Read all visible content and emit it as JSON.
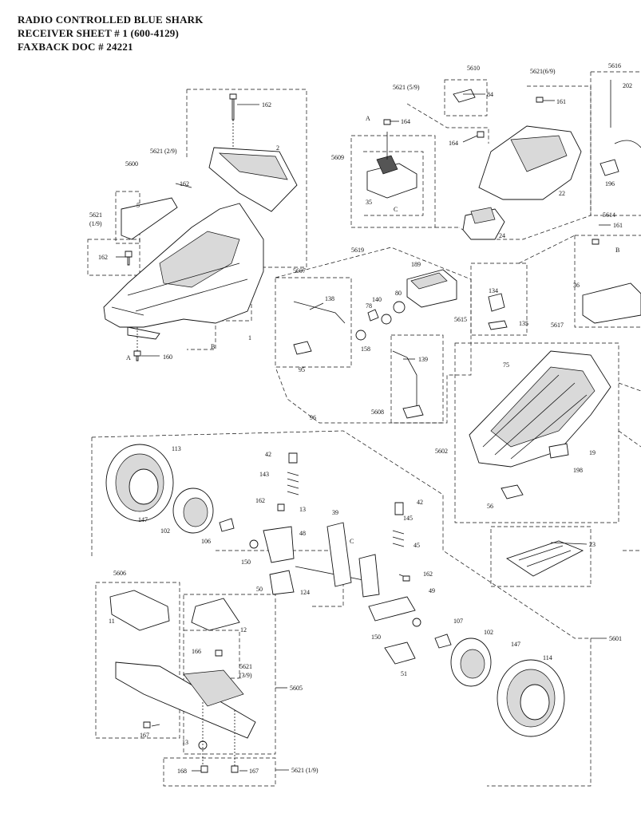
{
  "header": {
    "line1": "RADIO CONTROLLED BLUE SHARK",
    "line2": "RECEIVER SHEET # 1  (600-4129)",
    "line3": "FAXBACK DOC # 24221"
  },
  "labels": {
    "l162a": "162",
    "l2": "2",
    "l5621_2_9": "5621 (2/9)",
    "l5600": "5600",
    "l162b": "162",
    "l5": "5",
    "l5621_1_9a": "5621",
    "l1_9": "(1/9)",
    "l162c": "162",
    "lA1": "A",
    "lB1": "B",
    "l1": "1",
    "l160": "160",
    "l5621_5_9": "5621 (5/9)",
    "l5610": "5610",
    "l84": "84",
    "l5621_6_9": "5621(6/9)",
    "l161a": "161",
    "lA2": "A",
    "l164a": "164",
    "l5609": "5609",
    "l164b": "164",
    "l35": "35",
    "lC1": "C",
    "l22": "22",
    "l24": "24",
    "l5616": "5616",
    "l202": "202",
    "l196": "196",
    "l5614": "5614",
    "l161b": "161",
    "lB2": "B",
    "l36": "36",
    "l5619": "5619",
    "l5607": "5607",
    "l189": "189",
    "l138": "138",
    "l80": "80",
    "l140": "140",
    "l78": "78",
    "l95": "95",
    "l158": "158",
    "l139": "139",
    "l5608": "5608",
    "l96": "96",
    "l134": "134",
    "l5615": "5615",
    "l135": "135",
    "l5617": "5617",
    "l75": "75",
    "l5602": "5602",
    "l19": "19",
    "l198": "198",
    "l56": "56",
    "l23": "23",
    "l113": "113",
    "l147a": "147",
    "l102a": "102",
    "l42a": "42",
    "l143a": "143",
    "l162d": "162",
    "l13a": "13",
    "l106": "106",
    "l48": "48",
    "l39": "39",
    "lC2": "C",
    "l150a": "150",
    "l50": "50",
    "l124": "124",
    "l42b": "42",
    "l145": "145",
    "l45": "45",
    "l162e": "162",
    "l49": "49",
    "l5606": "5606",
    "l11": "11",
    "l12": "12",
    "l166": "166",
    "l5621_3_9": "5621",
    "l3_9": "(3/9)",
    "l5605": "5605",
    "l150b": "150",
    "l107": "107",
    "l102b": "102",
    "l147b": "147",
    "l114": "114",
    "l51": "51",
    "l5601": "5601",
    "l167a": "167",
    "l13b": "13",
    "l168": "168",
    "l167b": "167",
    "l5621_1_9b": "5621 (1/9)"
  }
}
